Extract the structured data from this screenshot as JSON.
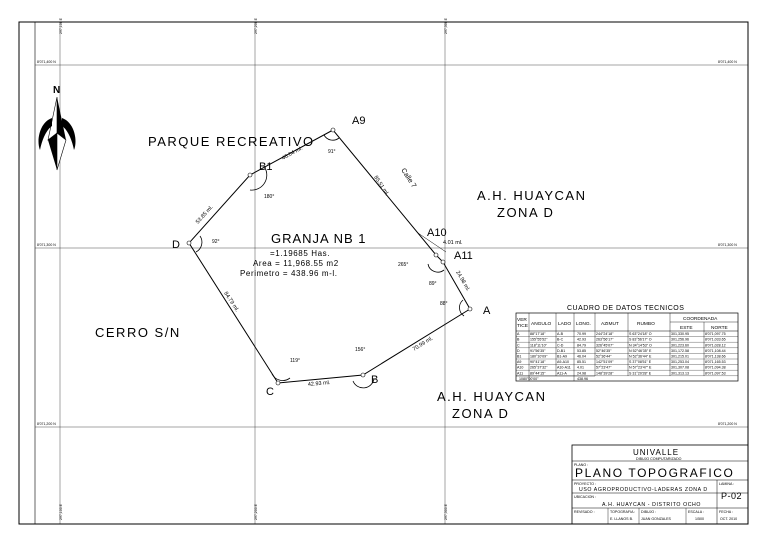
{
  "north_label": "N",
  "labels": {
    "parque": "PARQUE RECREATIVO",
    "huaycan_top_1": "A.H. HUAYCAN",
    "huaycan_top_2": "ZONA D",
    "cerro": "CERRO S/N",
    "huaycan_bot_1": "A.H. HUAYCAN",
    "huaycan_bot_2": "ZONA D",
    "calle": "Calle 7"
  },
  "grid_coords": {
    "e1": "297,100 E",
    "e2": "297,200 E",
    "e3": "297,300 E",
    "n_top": "8'071,400 N",
    "n_mid": "8'071,300 N",
    "n_bot": "8'071,200 N",
    "n_top_r": "8'071,400 N",
    "n_mid_r": "8'071,300 N",
    "n_bot_r": "8'071,200 N"
  },
  "granja": {
    "name": "GRANJA NB 1",
    "area_ha": "=1.19685 Has.",
    "area_m2": "Area  = 11,968.55 m2",
    "perimetro": "Perimetro = 438.96 m-l."
  },
  "vertices": {
    "A9": "A9",
    "B1": "B1",
    "D": "D",
    "C": "C",
    "B": "B",
    "A": "A",
    "A10": "A10",
    "A11": "A11"
  },
  "distances": {
    "a9_b1": "46.04 ml.",
    "b1_d": "53.85 ml.",
    "d_c": "84.79 ml.",
    "c_b": "42.93 ml.",
    "b_a": "70.99 ml.",
    "a9_a10": "85.51 ml.",
    "a10_a11": "4.01 ml.",
    "a11_a": "24.98 ml."
  },
  "angles": {
    "a9": "91°",
    "b1": "180°",
    "d": "92°",
    "c": "119°",
    "b": "156°",
    "a": "88°",
    "a10": "265°",
    "a11": "89°"
  },
  "table": {
    "title": "CUADRO DE DATOS TECNICOS",
    "headers": {
      "vertice": "VER TICE",
      "angulo": "ANGULO",
      "lado": "LADO",
      "long": "LONG.",
      "azimut": "AZIMUT",
      "rumbo": "RUMBO",
      "coordenada": "COORDENADA",
      "este": "ESTE",
      "norte": "NORTE"
    },
    "rows": [
      [
        "A",
        "88°17'18\"",
        "A-B",
        "70.99",
        "244°24'18\"",
        "S 63°24'18\" O",
        "301,330.95",
        "8'071,097.75"
      ],
      [
        "B",
        "155°55'52\"",
        "B-C",
        "42.93",
        "263°56'17\"",
        "S 83°56'17\" O",
        "301,256.96",
        "8'071,033.65"
      ],
      [
        "C",
        "118°11'10\"",
        "C-D",
        "84.79",
        "326°45'07\"",
        "N 34°14'53\" O",
        "301,223.60",
        "8'071,028.12"
      ],
      [
        "D",
        "91°56'35\"",
        "D-B1",
        "53.85",
        "52°46'35\"",
        "N 52°46'35\" E",
        "301,172.58",
        "8'071,108.44"
      ],
      [
        "B1",
        "180°10'09\"",
        "B1-A9",
        "46.04",
        "52°36'44\"",
        "N 52°36'44\" E",
        "301,215.01",
        "8'071,138.66"
      ],
      [
        "A9",
        "90°41'18\"",
        "A9-A10",
        "85.51",
        "142°51'09\"",
        "S 37°08'51\" E",
        "301,253.04",
        "8'071,165.53"
      ],
      [
        "A10",
        "265°37'32\"",
        "A10-A11",
        "4.01",
        "57°23'47\"",
        "N 57°23'47\" E",
        "301,307.08",
        "8'071,094.38"
      ],
      [
        "A11",
        "89°44'15\"",
        "A11-A",
        "24.98",
        "148°39'28\"",
        "S 31°20'28\" E",
        "301,313.13",
        "8'071,097.53"
      ]
    ],
    "total_angle": "1080°00'00\"",
    "total_long": "438.96"
  },
  "title_block": {
    "university": "UNIVALLE",
    "course": "DIBUJO COMPUTARIZADO",
    "plano_label": "PLANO :",
    "plano": "PLANO TOPOGRAFICO",
    "proyecto_label": "PROYECTO :",
    "proyecto": "USO AGROPRODUCTIVO-LADERAS ZONA D",
    "lamina_label": "LAMINA :",
    "lamina": "P-02",
    "ubicacion_label": "UBICACION :",
    "ubicacion": "A.H. HUAYCAN  -  DISTRITO OCHO",
    "revisado_label": "REVISADO :",
    "topografia_label": "TOPOGRAFIA :",
    "topografia": "E. LLANOS B.",
    "dibujo_label": "DIBUJO :",
    "dibujo": "JUAN GONZALES",
    "escala_label": "ESCALA :",
    "escala": "1/500",
    "fecha_label": "FECHA :",
    "fecha": "OCT. 2010"
  }
}
